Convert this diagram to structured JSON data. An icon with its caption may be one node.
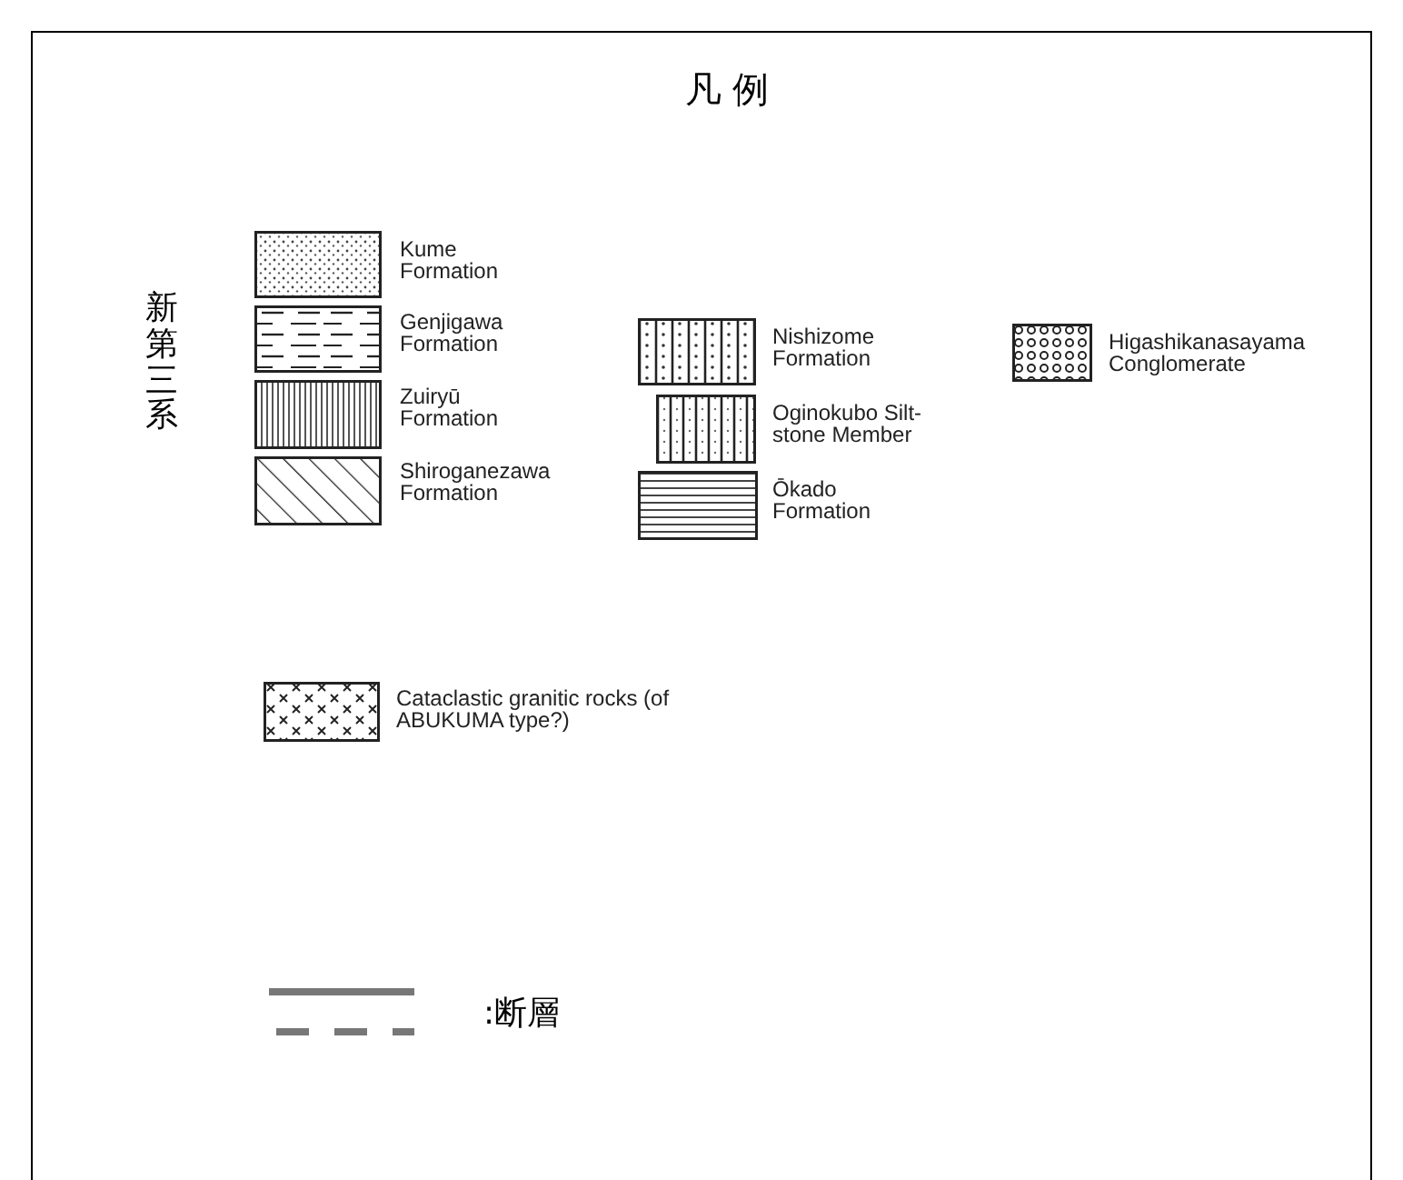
{
  "diagram": {
    "title": "凡 例",
    "labels": [
      "新第三系"
    ],
    "legend": [
      {
        "text": "Kume Formation"
      },
      {
        "text": "Genjigawa Formation"
      },
      {
        "text": "Zuiryū Formation"
      },
      {
        "text": "Shiroganezawa Formation"
      },
      {
        "text": "Nishizome Formation"
      },
      {
        "text": "Oginokubo Silt-stone Member"
      },
      {
        "text": "Ōkado Formation"
      },
      {
        "text": "Higashikanasayama Conglomerate"
      },
      {
        "text": "Cataclastic granitic rocks (of ABUKUMA type?)"
      },
      {
        "text": ":断層"
      }
    ]
  }
}
